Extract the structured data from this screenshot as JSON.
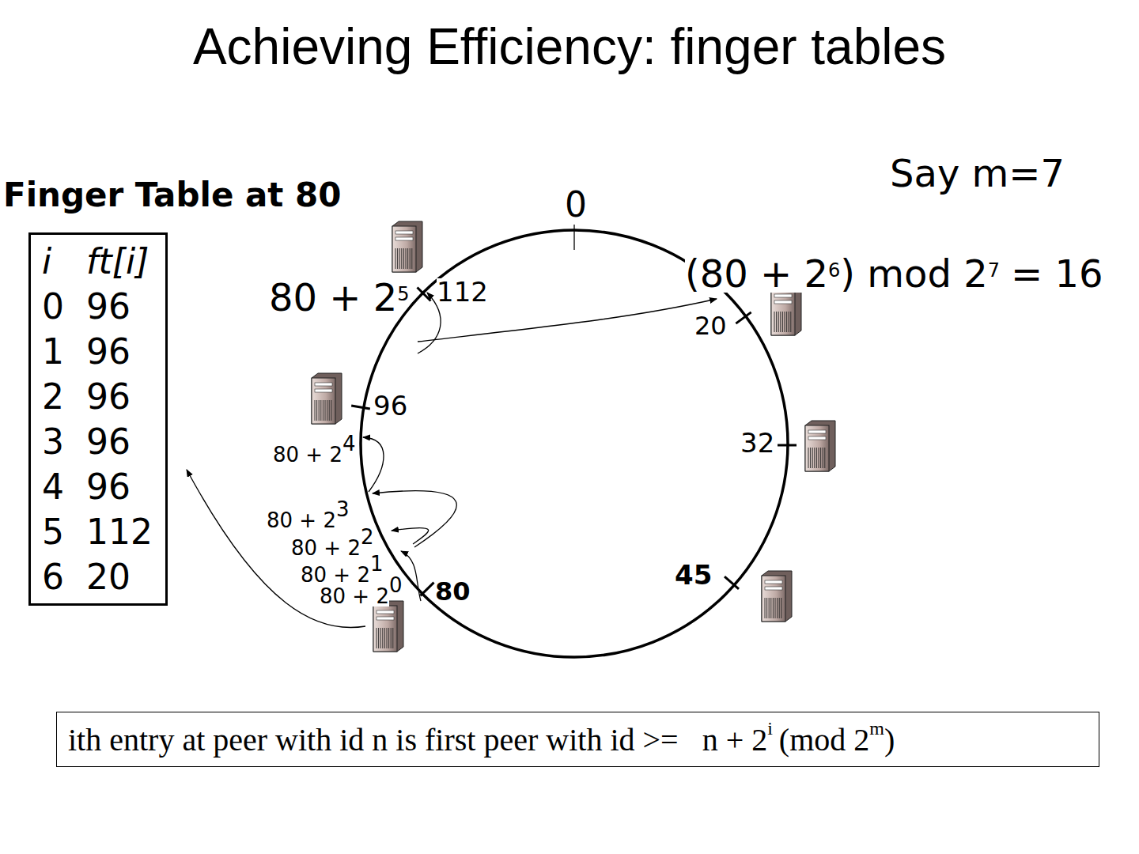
{
  "diagram": {
    "title": "Achieving Efficiency: finger tables",
    "nodes": [
      {
        "text": [
          "Finger Table at 80",
          "i",
          "ft[i]",
          "0",
          "96",
          "1",
          "96",
          "2",
          "96",
          "3",
          "96",
          "4",
          "96",
          "5",
          "112",
          "6",
          "20"
        ]
      },
      {
        "text": [
          "ith entry at peer with id n is first peer with id >=",
          "n + 2",
          "i",
          "(mod 2",
          "m",
          ")"
        ]
      }
    ],
    "labels": [
      "Say m=7",
      "0",
      "(80 + 2",
      "6",
      ") mod 2",
      "7",
      "= 16",
      "80 + 2",
      "5",
      "112",
      "20",
      "96",
      "32",
      "80 + 2",
      "4",
      "80 + 2",
      "3",
      "80 + 2",
      "2",
      "45",
      "80 + 2",
      "1",
      "80 + 2",
      "0",
      "80"
    ]
  }
}
